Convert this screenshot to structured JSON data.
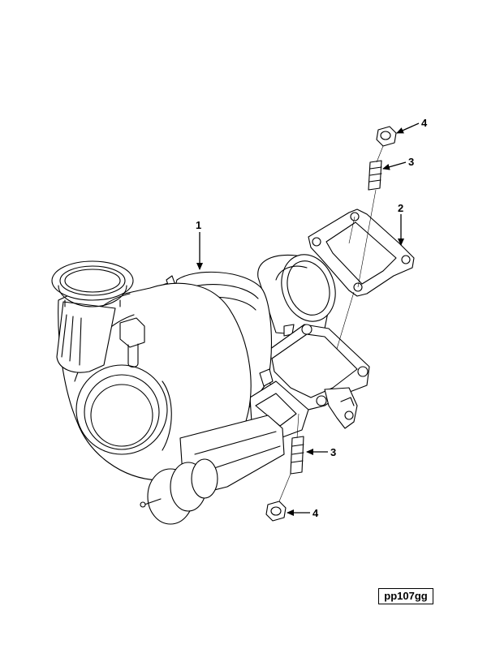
{
  "figure": {
    "callouts": [
      {
        "id": "c1",
        "label": "1"
      },
      {
        "id": "c2",
        "label": "2"
      },
      {
        "id": "c3a",
        "label": "3"
      },
      {
        "id": "c3b",
        "label": "3"
      },
      {
        "id": "c4a",
        "label": "4"
      },
      {
        "id": "c4b",
        "label": "4"
      }
    ],
    "reference_code": "pp107gg"
  },
  "colors": {
    "line": "#000000",
    "background": "#ffffff"
  }
}
